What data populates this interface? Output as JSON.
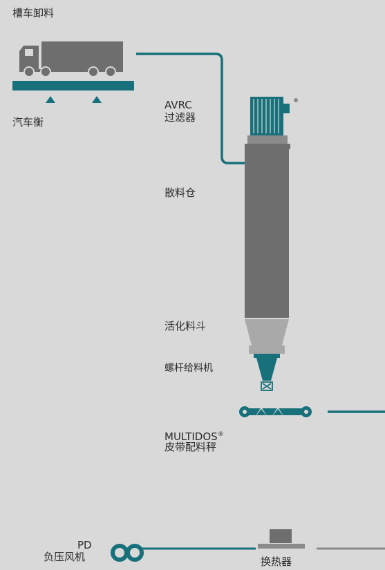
{
  "labels": {
    "tanker_unloading": "槽车卸料",
    "truck_scale": "汽车衡",
    "avrc_line1": "AVRC",
    "avrc_line2": "过滤器",
    "bulk_silo": "散料仓",
    "activation_hopper": "活化料斗",
    "screw_feeder": "螺杆给料机",
    "multidos_line1": "MULTIDOS",
    "multidos_mark": "®",
    "multidos_line2": "皮带配料秤",
    "pd_line1": "PD",
    "pd_line2": "负压风机",
    "heat_exchanger": "换热器"
  },
  "colors": {
    "background": "#d9d9d9",
    "teal": "#17707a",
    "gray_dark": "#6e6e6e",
    "gray_mid": "#8a8a8a",
    "gray_light": "#a9a9a9",
    "text": "#2b2b2b"
  },
  "icons": [
    "truck-icon",
    "scale-platform-icon",
    "filter-motor-icon",
    "silo-icon",
    "hopper-icon",
    "screw-feeder-icon",
    "belt-scale-icon",
    "blower-icon",
    "heat-exchanger-icon"
  ]
}
